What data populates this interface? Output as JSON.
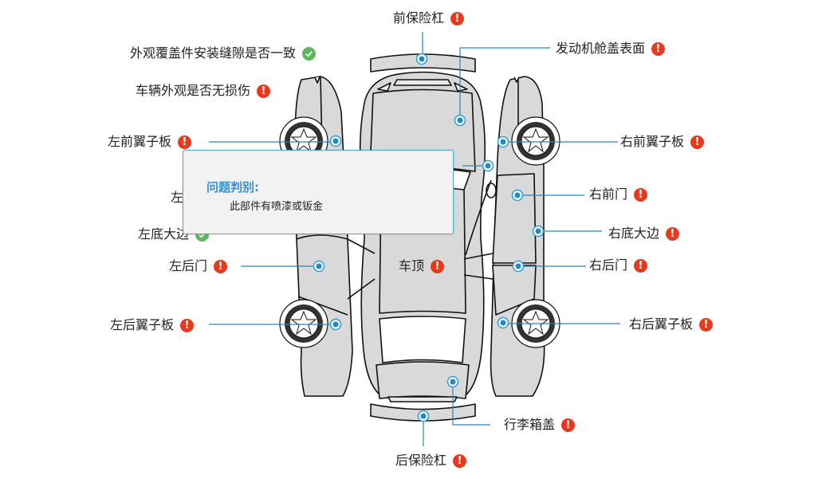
{
  "colors": {
    "accent": "#2a9fd6",
    "warning": "#e8391d",
    "ok": "#5cb85c",
    "panel_fill": "#d9d9d9",
    "outline": "#111111"
  },
  "general_checks": [
    {
      "label": "外观覆盖件安装缝隙是否一致",
      "status": "ok",
      "icon": "check-circle-icon"
    },
    {
      "label": "车辆外观是否无损伤",
      "status": "warning",
      "icon": "exclamation-circle-icon"
    }
  ],
  "parts": {
    "front_bumper": {
      "label": "前保险杠",
      "status": "warning"
    },
    "hood": {
      "label": "发动机舱盖表面",
      "status": "warning"
    },
    "left_front_fender": {
      "label": "左前翼子板",
      "status": "warning"
    },
    "left_front_door": {
      "label": "左",
      "status": "warning"
    },
    "left_sill": {
      "label": "左底大边",
      "status": "ok"
    },
    "left_rear_door": {
      "label": "左后门",
      "status": "warning"
    },
    "left_rear_fender": {
      "label": "左后翼子板",
      "status": "warning"
    },
    "roof": {
      "label": "车顶",
      "status": "warning"
    },
    "right_front_fender": {
      "label": "右前翼子板",
      "status": "warning"
    },
    "right_front_door": {
      "label": "右前门",
      "status": "warning"
    },
    "right_sill": {
      "label": "右底大边",
      "status": "warning"
    },
    "right_rear_door": {
      "label": "右后门",
      "status": "warning"
    },
    "right_rear_fender": {
      "label": "右后翼子板",
      "status": "warning"
    },
    "trunk_lid": {
      "label": "行李箱盖",
      "status": "warning"
    },
    "rear_bumper": {
      "label": "后保险杠",
      "status": "warning"
    }
  },
  "tooltip": {
    "title": "问题判别:",
    "body": "此部件有喷漆或钣金"
  },
  "status_glyph": "!"
}
